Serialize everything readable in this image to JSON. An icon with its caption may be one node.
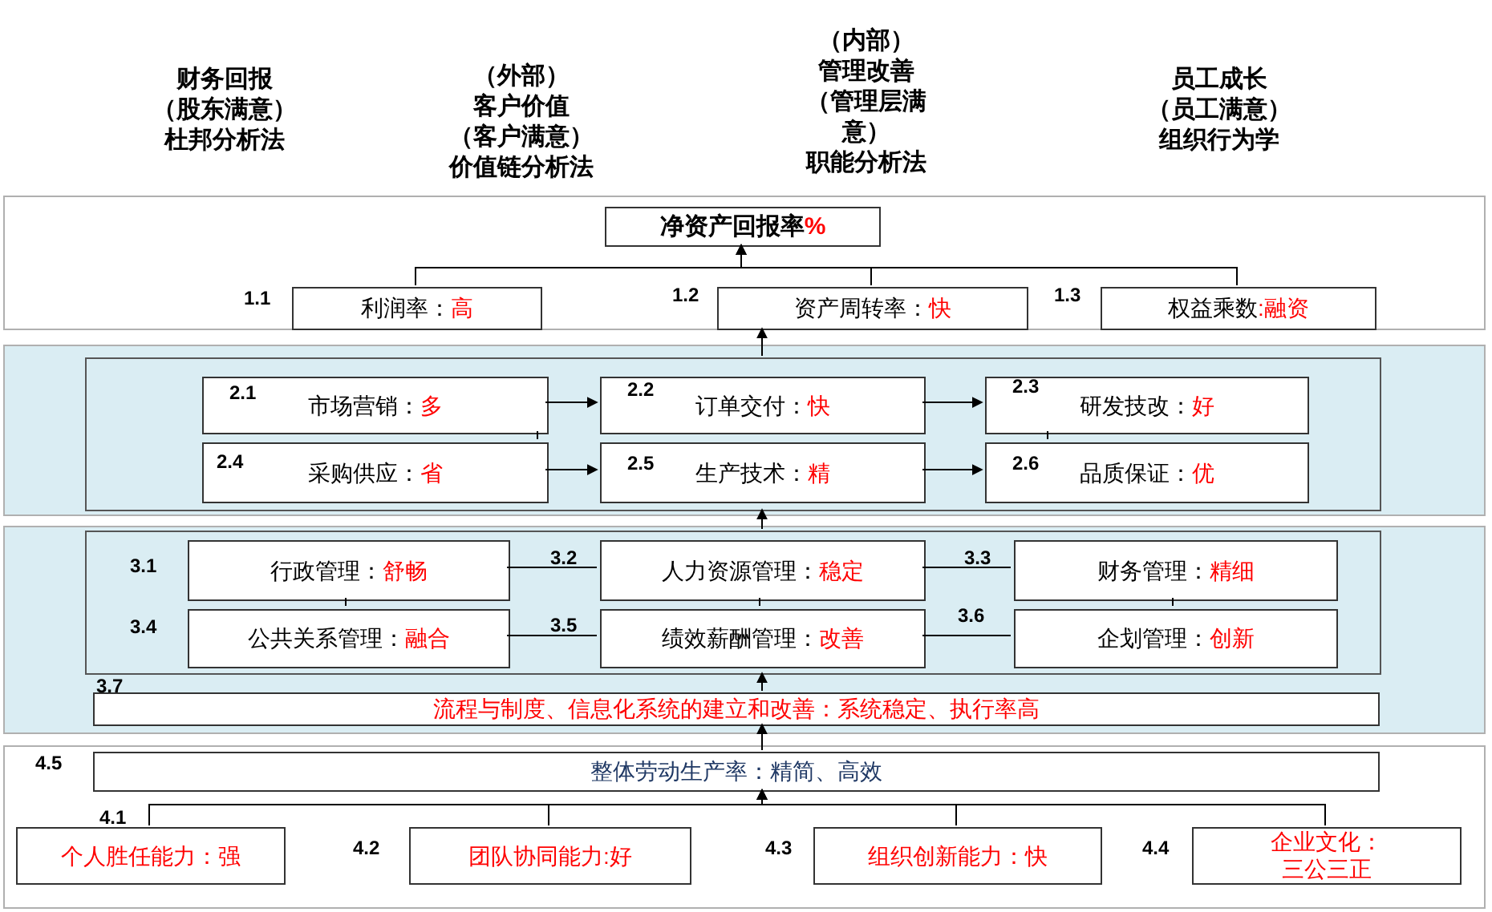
{
  "diagram": {
    "nodes": [
      {
        "text": [],
        "shape": "box"
      },
      {
        "text": [
          "净资产回报率",
          "%"
        ],
        "in": 0
      },
      {
        "text": [
          "利润率：",
          "高"
        ],
        "in": 0,
        "beside": [
          "1.1"
        ]
      },
      {
        "text": [
          "资产周转率：",
          "快"
        ],
        "in": 0,
        "beside": [
          "1.2"
        ]
      },
      {
        "text": [
          "权益乘数",
          ":融资"
        ],
        "in": 0,
        "beside": [
          "1.3"
        ]
      },
      {
        "text": [],
        "shape": "box"
      },
      {
        "text": [],
        "shape": "box",
        "in": 5
      },
      {
        "text": [
          "2.1",
          "市场营销：",
          "多"
        ],
        "in": 6
      },
      {
        "text": [
          "2.2",
          "订单交付：",
          "快"
        ],
        "in": 6
      },
      {
        "text": [
          "2.3",
          "研发技改：",
          "好"
        ],
        "in": 6
      },
      {
        "text": [
          "2.4",
          "采购供应：",
          "省"
        ],
        "in": 6
      },
      {
        "text": [
          "2.5",
          "生产技术：",
          "精"
        ],
        "in": 6
      },
      {
        "text": [
          "2.6",
          "品质保证：",
          "优"
        ],
        "in": 6
      },
      {
        "text": [],
        "shape": "box"
      },
      {
        "text": [],
        "shape": "box",
        "in": 13
      },
      {
        "text": [
          "行政管理：",
          "舒畅"
        ],
        "in": 14,
        "beside": [
          "3.1"
        ]
      },
      {
        "text": [
          "人力资源管理：",
          "稳定"
        ],
        "in": 14,
        "beside": [
          "3.2"
        ]
      },
      {
        "text": [
          "财务管理：",
          "精细"
        ],
        "in": 14,
        "beside": [
          "3.3"
        ]
      },
      {
        "text": [
          "公共关系管理：",
          "融合"
        ],
        "in": 14,
        "beside": [
          "3.4"
        ]
      },
      {
        "text": [
          "绩效薪酬管理：",
          "改善"
        ],
        "in": 14,
        "beside": [
          "3.5"
        ]
      },
      {
        "text": [
          "企划管理：",
          "创新"
        ],
        "in": 14,
        "beside": [
          "3.6"
        ]
      },
      {
        "text": [
          "流程与制度、信息化系统的建立和改善：系统稳定、执行率高"
        ],
        "in": 13,
        "beside": [
          "3.7"
        ]
      },
      {
        "text": [],
        "shape": "box"
      },
      {
        "text": [
          "整体劳动生产率：精简、高效"
        ],
        "in": 22,
        "beside": [
          "4.5"
        ]
      },
      {
        "text": [
          "个人胜任能力：强"
        ],
        "in": 22,
        "beside": [
          "4.1"
        ]
      },
      {
        "text": [
          "团队协同能力:好"
        ],
        "in": 22,
        "beside": [
          "4.2"
        ]
      },
      {
        "text": [
          "组织创新能力：快"
        ],
        "in": 22,
        "beside": [
          "4.3"
        ]
      },
      {
        "text": [
          "企业文化：",
          "三公三正"
        ],
        "in": 22,
        "beside": [
          "4.4"
        ]
      }
    ],
    "edges": [
      {
        "from": 2,
        "to": 1,
        "arrow": "to"
      },
      {
        "from": 3,
        "to": 1,
        "arrow": "to"
      },
      {
        "from": 4,
        "to": 1,
        "arrow": "to"
      },
      {
        "from": 6,
        "to": 3,
        "arrow": "to"
      },
      {
        "from": 7,
        "to": 8,
        "arrow": "to"
      },
      {
        "from": 8,
        "to": 9,
        "arrow": "to"
      },
      {
        "from": 10,
        "to": 11,
        "arrow": "to"
      },
      {
        "from": 11,
        "to": 12,
        "arrow": "to"
      },
      {
        "from": 7,
        "to": 10,
        "arrow": "none"
      },
      {
        "from": 9,
        "to": 12,
        "arrow": "none"
      },
      {
        "from": 14,
        "to": 6,
        "arrow": "to"
      },
      {
        "from": 15,
        "to": 16,
        "arrow": "none"
      },
      {
        "from": 16,
        "to": 17,
        "arrow": "none"
      },
      {
        "from": 18,
        "to": 19,
        "arrow": "none"
      },
      {
        "from": 19,
        "to": 20,
        "arrow": "none"
      },
      {
        "from": 15,
        "to": 18,
        "arrow": "none"
      },
      {
        "from": 16,
        "to": 19,
        "arrow": "none"
      },
      {
        "from": 17,
        "to": 20,
        "arrow": "none"
      },
      {
        "from": 21,
        "to": 14,
        "arrow": "to"
      },
      {
        "from": 23,
        "to": 21,
        "arrow": "to"
      },
      {
        "from": 24,
        "to": 23,
        "arrow": "to"
      },
      {
        "from": 25,
        "to": 23,
        "arrow": "to"
      },
      {
        "from": 26,
        "to": 23,
        "arrow": "to"
      },
      {
        "from": 27,
        "to": 23,
        "arrow": "to"
      }
    ],
    "labels": [
      "财务回报",
      "（股东满意）",
      "杜邦分析法",
      "（外部）",
      "客户价值",
      "（客户满意）",
      "价值链分析法",
      "（内部）",
      "管理改善",
      "（管理层满意）",
      "职能分析法",
      "员工成长",
      "（员工满意）",
      "组织行为学"
    ]
  }
}
